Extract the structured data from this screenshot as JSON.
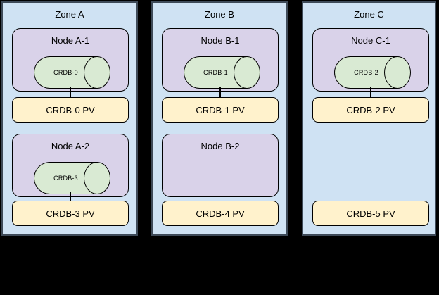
{
  "colors": {
    "page_bg": "#000000",
    "zone_fill": "#cfe2f3",
    "zone_border": "#3e4a58",
    "node_fill": "#d9d2e9",
    "pod_fill": "#d9ead3",
    "pv_fill": "#fff2cc",
    "shape_border": "#000000"
  },
  "zones": [
    {
      "label": "Zone A",
      "nodes": [
        {
          "label": "Node A-1",
          "pod": "CRDB-0"
        },
        {
          "label": "Node A-2",
          "pod": "CRDB-3"
        }
      ],
      "pvs": [
        "CRDB-0 PV",
        "CRDB-3 PV"
      ]
    },
    {
      "label": "Zone B",
      "nodes": [
        {
          "label": "Node B-1",
          "pod": "CRDB-1"
        },
        {
          "label": "Node B-2"
        }
      ],
      "pvs": [
        "CRDB-1 PV",
        "CRDB-4 PV"
      ]
    },
    {
      "label": "Zone C",
      "nodes": [
        {
          "label": "Node C-1",
          "pod": "CRDB-2"
        }
      ],
      "pvs": [
        "CRDB-2 PV",
        "CRDB-5 PV"
      ]
    }
  ]
}
